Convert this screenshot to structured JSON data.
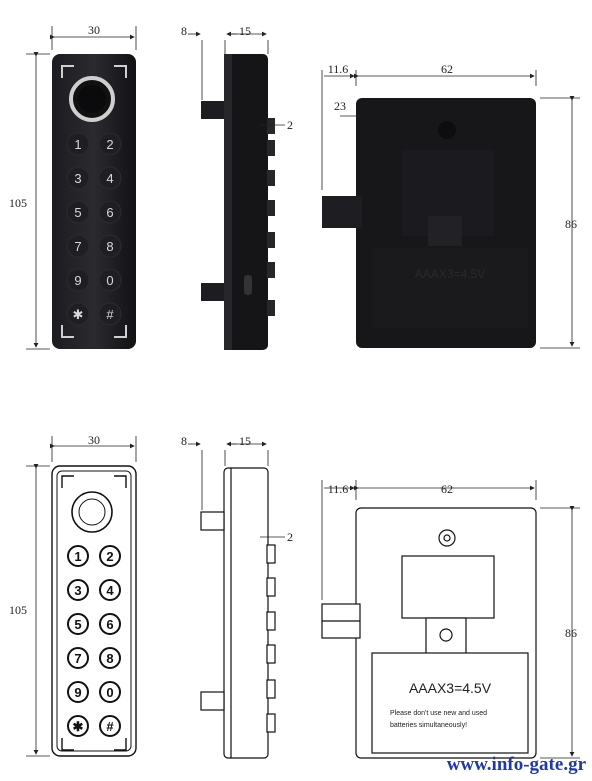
{
  "dimensions": {
    "top_keypad_width": "30",
    "top_side_a": "8",
    "top_side_b": "15",
    "top_side_c": "2",
    "top_height": "105",
    "top_lock_offset": "11.6",
    "top_lock_width": "62",
    "top_lock_inner": "23",
    "top_lock_height": "86",
    "bot_keypad_width": "30",
    "bot_side_a": "8",
    "bot_side_b": "15",
    "bot_side_c": "2",
    "bot_height": "105",
    "bot_lock_offset": "11.6",
    "bot_lock_width": "62",
    "bot_lock_height": "86"
  },
  "keys": [
    "1",
    "2",
    "3",
    "4",
    "5",
    "6",
    "7",
    "8",
    "9",
    "0",
    "✱",
    "#"
  ],
  "battery": {
    "label": "AAAX3=4.5V",
    "note_line1": "Please don't use new and used",
    "note_line2": "batteries simultaneously!"
  },
  "watermark": "www.info-gate.gr",
  "colors": {
    "device_black": "#151518",
    "watermark_blue": "#1f3aa6"
  }
}
